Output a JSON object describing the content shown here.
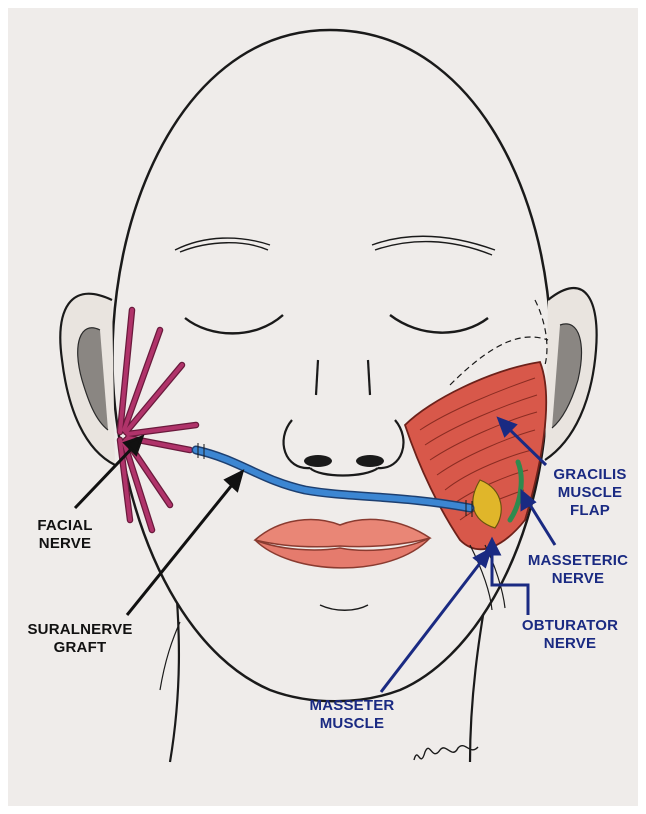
{
  "diagram": {
    "labels": {
      "facial_nerve": [
        "FACIAL",
        "NERVE"
      ],
      "sural_nerve_graft": [
        "SURALNERVE",
        "GRAFT"
      ],
      "gracilis_muscle_flap": [
        "GRACILIS",
        "MUSCLE",
        "FLAP"
      ],
      "masseteric_nerve": [
        "MASSETERIC",
        "NERVE"
      ],
      "obturator_nerve": [
        "OBTURATOR",
        "NERVE"
      ],
      "masseter_muscle": [
        "MASSETER",
        "MUSCLE"
      ]
    },
    "signature": "Vasconcelos"
  },
  "colors": {
    "background": "#ffffff",
    "paper": "#efecea",
    "outline": "#1a1a1a",
    "facial_nerve": "#b0336a",
    "sural_graft": "#3c86d2",
    "muscle_flap": "#d8584a",
    "masseteric_nerve": "#2f8a4e",
    "obturator_nerve": "#e0b62a",
    "lips": "#e98676",
    "label_black": "#111111",
    "label_blue": "#1a2a82"
  }
}
